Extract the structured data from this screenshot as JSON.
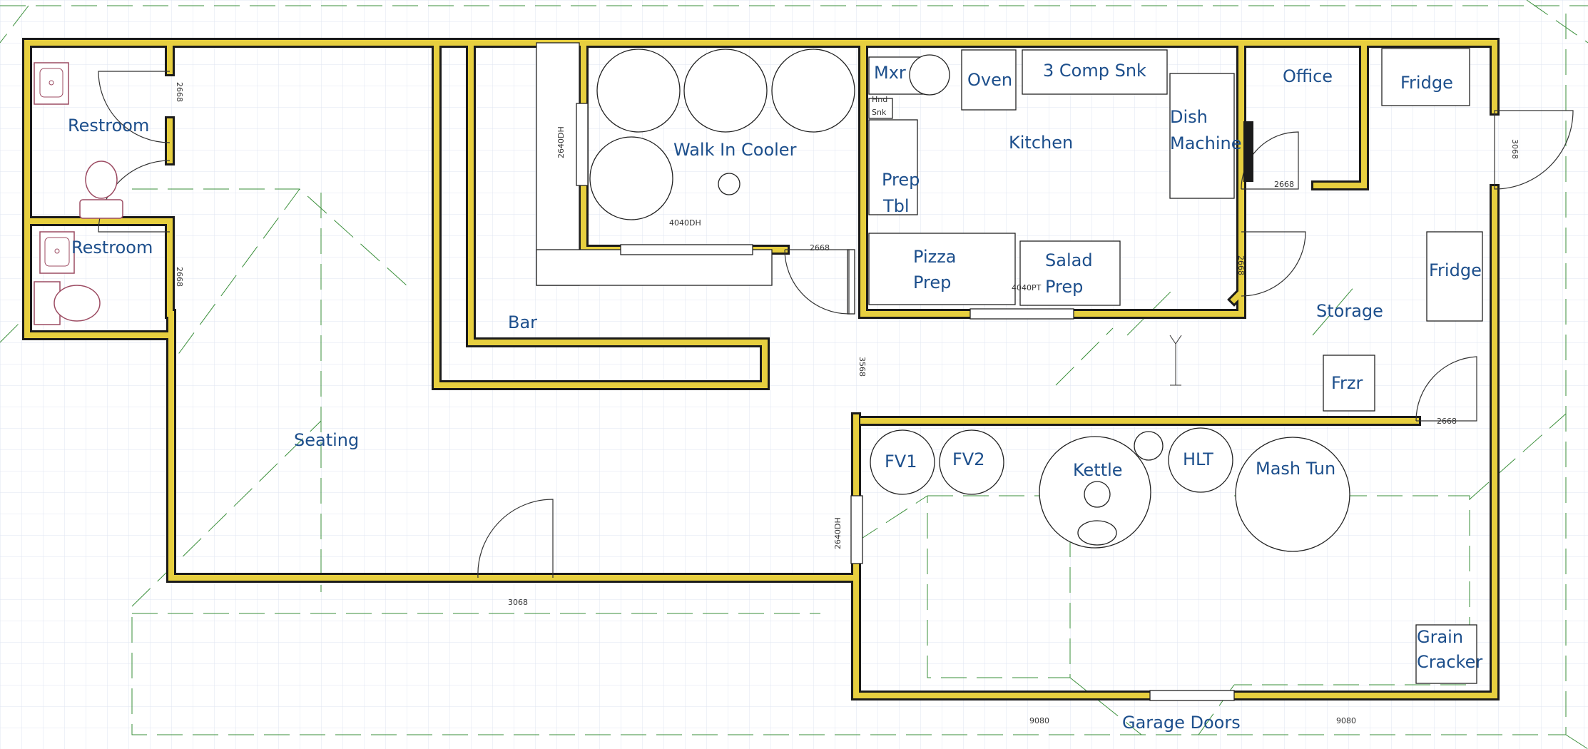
{
  "colors": {
    "wall_outer": "#1b1b1b",
    "wall_fill": "#e7cf3f",
    "label": "#1d4f8c",
    "grid": "#dfe4f2",
    "roof_line": "#3a8f3a",
    "fixture_stroke": "#222222",
    "sanitary": "#9c4b62"
  },
  "rooms": {
    "restroom_1": "Restroom",
    "restroom_2": "Restroom",
    "seating": "Seating",
    "bar": "Bar",
    "walk_in_cooler": "Walk In Cooler",
    "kitchen": "Kitchen",
    "office": "Office",
    "storage": "Storage",
    "garage_doors": "Garage Doors"
  },
  "fixtures": {
    "mixer": "Mxr",
    "oven": "Oven",
    "three_comp_sink": "3 Comp Snk",
    "hand_sink_line1": "Hnd",
    "hand_sink_line2": "Snk",
    "prep_table_line1": "Prep",
    "prep_table_line2": "Tbl",
    "dish_machine_line1": "Dish",
    "dish_machine_line2": "Machine",
    "pizza_prep_line1": "Pizza",
    "pizza_prep_line2": "Prep",
    "salad_prep_line1": "Salad",
    "salad_prep_line2": "Prep",
    "fridge_top": "Fridge",
    "fridge_storage": "Fridge",
    "freezer": "Frzr",
    "fv1": "FV1",
    "fv2": "FV2",
    "kettle": "Kettle",
    "hlt": "HLT",
    "mash_tun": "Mash Tun",
    "grain_cracker_line1": "Grain",
    "grain_cracker_line2": "Cracker"
  },
  "dimensions": {
    "restroom1_door": "2668",
    "restroom2_door": "2668",
    "cooler_side_window": "2640DH",
    "cooler_window": "4040DH",
    "kitchen_door": "2668",
    "kitchen_pass": "4040PT",
    "storage_door_right": "2668",
    "exterior_door_right": "3068",
    "office_door": "2668",
    "brew_door": "2668",
    "opening_center": "3568",
    "brew_window": "2640DH",
    "entry_door": "3068",
    "garage_door_left": "9080",
    "garage_door_right": "9080"
  }
}
